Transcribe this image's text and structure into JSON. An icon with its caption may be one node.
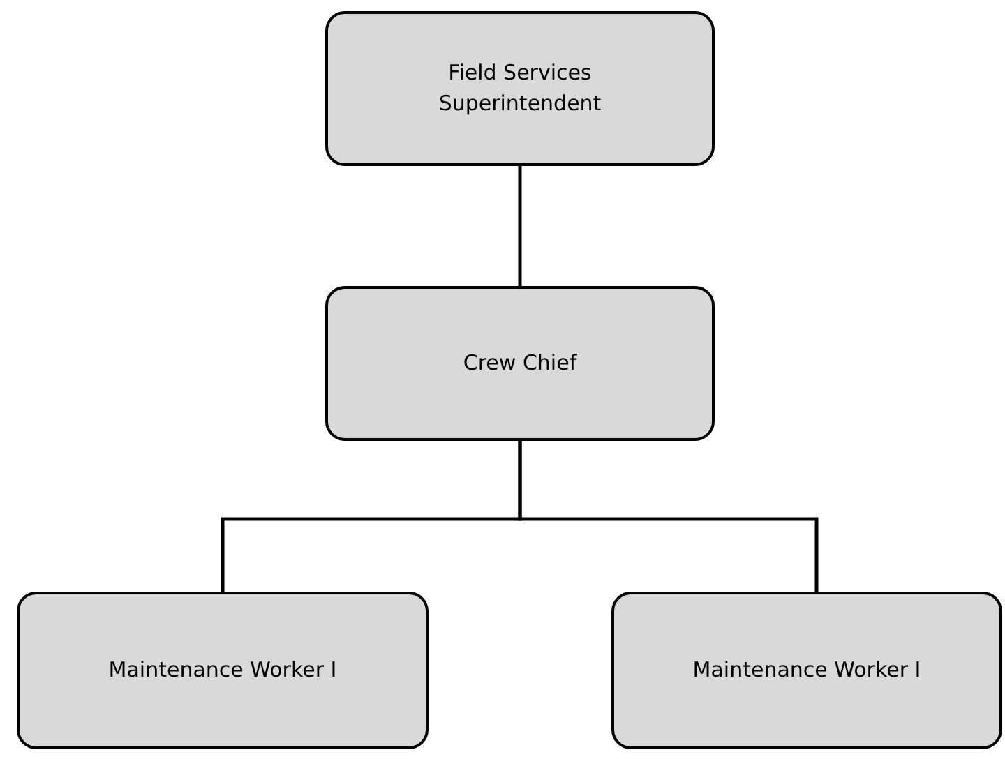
{
  "diagram": {
    "nodes": [
      {
        "text": [
          "Field Services Superintendent"
        ]
      },
      {
        "text": [
          "Crew Chief"
        ]
      },
      {
        "text": [
          "Maintenance Worker I"
        ]
      },
      {
        "text": [
          "Maintenance Worker I"
        ]
      }
    ],
    "edges": [
      {
        "from": 0,
        "to": 1,
        "arrow": "none"
      },
      {
        "from": 1,
        "to": 2,
        "arrow": "none"
      },
      {
        "from": 1,
        "to": 3,
        "arrow": "none"
      }
    ]
  }
}
